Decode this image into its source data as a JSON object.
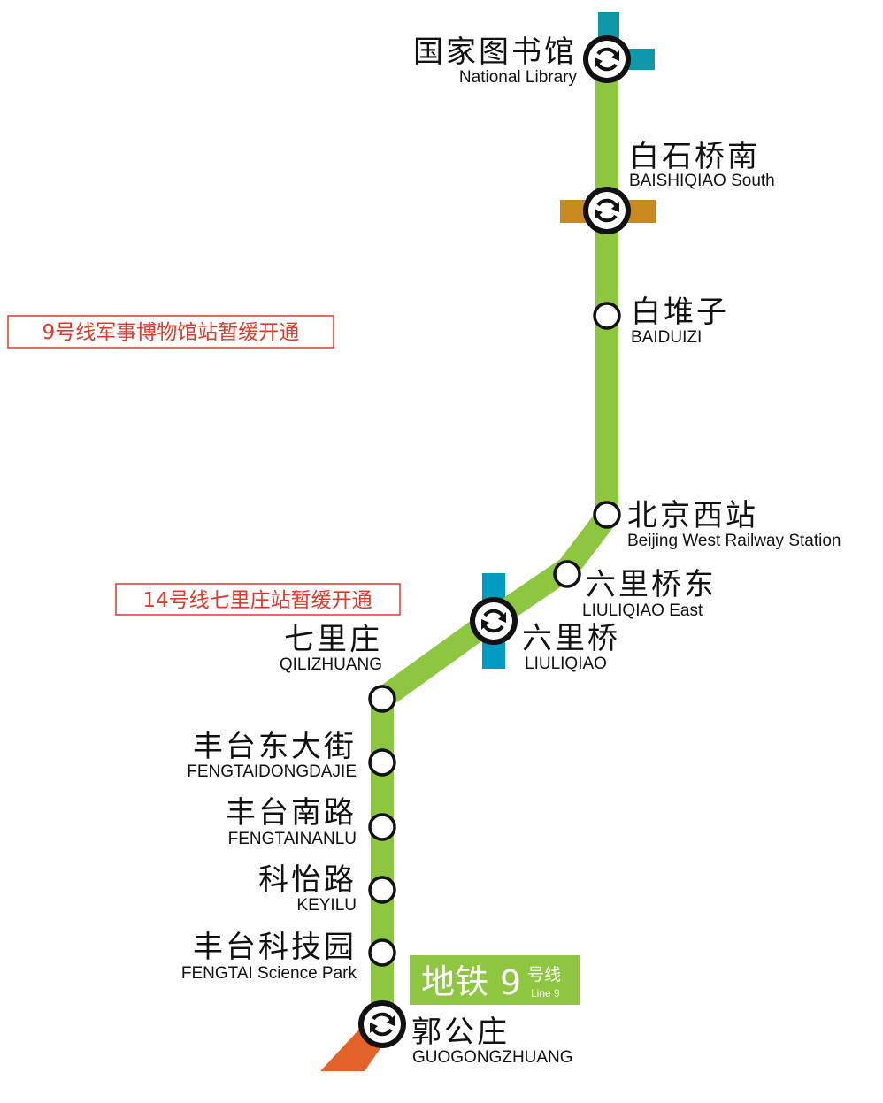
{
  "colors": {
    "line9": "#8dc63f",
    "line4": "#0f98a9",
    "line10": "#009bc0",
    "line16": "#c88a1e",
    "fangshan": "#e3622a",
    "notice": "#e0382a"
  },
  "notices": [
    {
      "id": "notice-military-museum",
      "text": "9号线军事博物馆站暂缓开通"
    },
    {
      "id": "notice-qilizhuang",
      "text": "14号线七里庄站暂缓开通"
    }
  ],
  "stations": [
    {
      "id": "national-library",
      "zh": "国家图书馆",
      "en": "National Library",
      "type": "interchange-icon"
    },
    {
      "id": "baishiqiao-south",
      "zh": "白石桥南",
      "en": "BAISHIQIAO  South",
      "type": "interchange-icon"
    },
    {
      "id": "baiduizi",
      "zh": "白堆子",
      "en": "BAIDUIZI",
      "type": "station-circle"
    },
    {
      "id": "beijing-west",
      "zh": "北京西站",
      "en": "Beijing West Railway Station",
      "type": "station-circle"
    },
    {
      "id": "liuliqiao-east",
      "zh": "六里桥东",
      "en": "LIULIQIAO East",
      "type": "station-circle"
    },
    {
      "id": "liuliqiao",
      "zh": "六里桥",
      "en": "LIULIQIAO",
      "type": "interchange-icon"
    },
    {
      "id": "qilizhuang",
      "zh": "七里庄",
      "en": "QILIZHUANG",
      "type": "station-circle"
    },
    {
      "id": "fengtaidongdajie",
      "zh": "丰台东大街",
      "en": "FENGTAIDONGDAJIE",
      "type": "station-circle"
    },
    {
      "id": "fengtainanlu",
      "zh": "丰台南路",
      "en": "FENGTAINANLU",
      "type": "station-circle"
    },
    {
      "id": "keyilu",
      "zh": "科怡路",
      "en": "KEYILU",
      "type": "station-circle"
    },
    {
      "id": "fengtai-science-park",
      "zh": "丰台科技园",
      "en": "FENGTAI Science Park",
      "type": "station-circle"
    },
    {
      "id": "guogongzhuang",
      "zh": "郭公庄",
      "en": "GUOGONGZHUANG",
      "type": "interchange-icon"
    }
  ],
  "badge": {
    "main": "地铁",
    "number": "9",
    "suffix": "号线",
    "line_en": "Line 9"
  }
}
